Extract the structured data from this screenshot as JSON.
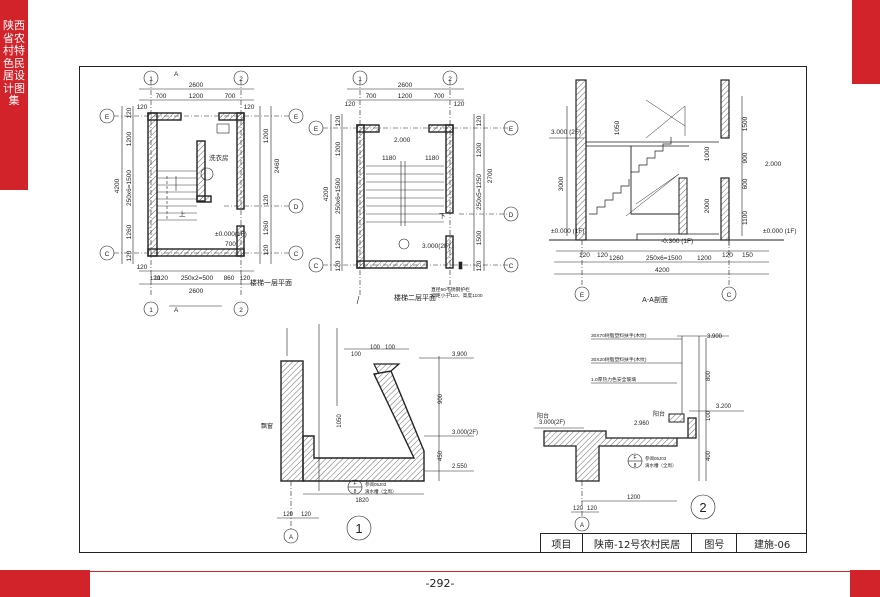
{
  "side_tab": {
    "text": "陕西省农村特色民居设计图集"
  },
  "page_number": "-292-",
  "title_block": {
    "label_project": "项目",
    "project_name": "陕南-12号农村民居",
    "label_drawing_no": "图号",
    "drawing_no": "建施-06"
  },
  "plan1": {
    "caption": "楼梯一层平面",
    "grid": {
      "g1": "1",
      "g2": "2",
      "gE": "E",
      "gD": "D",
      "gC": "C"
    },
    "section_mark": "A",
    "dims_top_total": "2600",
    "dims_top": [
      "700",
      "1200",
      "700"
    ],
    "dims_top2": [
      "120",
      "120"
    ],
    "dims_left_total": "4200",
    "dims_left": [
      "120",
      "1200",
      "250x6=1500",
      "1260",
      "120"
    ],
    "dims_right_total": "2460",
    "dims_right": [
      "1200",
      "120",
      "1260",
      "120"
    ],
    "dims_bottom": [
      "120",
      "1120",
      "250x2=500",
      "860"
    ],
    "dims_bottom_total": "2600",
    "dims_bottom2": [
      "120",
      "120"
    ],
    "room_label": "洗衣房",
    "elev": "±0.000(1F)",
    "inner_dim": "700",
    "up_mark": "上"
  },
  "plan2": {
    "caption": "楼梯二层平面",
    "grid": {
      "g1": "1",
      "g2": "2",
      "gE": "E",
      "gD": "D",
      "gC": "C"
    },
    "dims_top_total": "2600",
    "dims_top": [
      "700",
      "1200",
      "700"
    ],
    "dims_top2": [
      "120",
      "120"
    ],
    "dims_left_total": "4200",
    "dims_left": [
      "120",
      "1200",
      "250x6=1500",
      "1260",
      "120"
    ],
    "dims_right_total": "2700",
    "dims_right": [
      "120",
      "1200",
      "250x5=1250",
      "1500",
      "120"
    ],
    "inner_dims": [
      "1180",
      "1180"
    ],
    "elev_top": "2.000",
    "elev_bottom": "3.000(2F)",
    "note_line1": "直径50不锈钢护栏",
    "note_line2": "间距小于110、高度1100",
    "down_mark": "下"
  },
  "section": {
    "caption": "A-A剖面",
    "grid": {
      "gE": "E",
      "gC": "C"
    },
    "elevations": {
      "f2": "3.000 (2F)",
      "landing": "2.000",
      "f1_left": "±0.000 (1F)",
      "f1_right": "±0.000 (1F)",
      "sunken": "-0.300 (1F)"
    },
    "dims_right": [
      "1500",
      "900",
      "600",
      "1100"
    ],
    "dims_left": [
      "1050",
      "3000"
    ],
    "mid_dim_1": "1000",
    "mid_dim_2": "2000",
    "dims_bottom": [
      "1260",
      "250x6=1500",
      "1200"
    ],
    "dims_bottom_total": "4200",
    "dims_bottom_small": [
      "120",
      "120",
      "120",
      "150"
    ]
  },
  "detail1": {
    "number": "1",
    "grid": "A",
    "dims_top": [
      "100",
      "100",
      "100"
    ],
    "elevations": [
      "3.900",
      "3.000(2F)",
      "2.550"
    ],
    "dims_right": [
      "900",
      "450"
    ],
    "dim_left": "1050",
    "dim_bottom": "1820",
    "dims_bottom_small": [
      "120",
      "120"
    ],
    "label_sill": "飘窗",
    "ref_text_1": "参阅05J03",
    "ref_text_2": "滴水槽（全周）",
    "ref_num_top": "F",
    "ref_num_bottom": "8"
  },
  "detail2": {
    "number": "2",
    "grid": "A",
    "notes": [
      "30X70树脂塑料扶手(木纹)",
      "30X20树脂塑料扶手(木纹)",
      "1.0厚热力色安全玻璃"
    ],
    "elevations": [
      "3.900",
      "3.200",
      "3.000(2F)",
      "2.960"
    ],
    "label_left": "阳台",
    "label_mid": "阳台",
    "dims_right": [
      "800",
      "400",
      "100"
    ],
    "dim_bottom": "1200",
    "dims_bottom_small": [
      "120",
      "120"
    ],
    "ref_text_1": "参阅05J03",
    "ref_text_2": "滴水槽（全周）",
    "ref_num_top": "F",
    "ref_num_bottom": "8"
  }
}
